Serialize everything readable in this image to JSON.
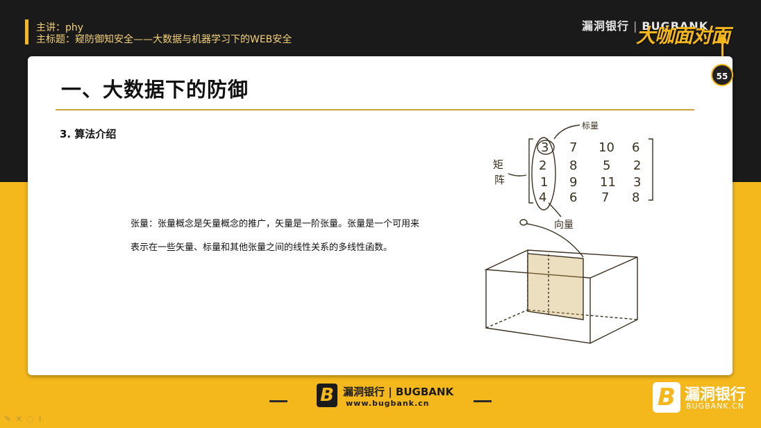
{
  "header": {
    "speaker": "主讲：phy",
    "main_title": "主标题：窥防御知安全——大数据与机器学习下的WEB安全",
    "brand": "漏洞银行",
    "brand_sep": "|",
    "brand_en": "BUGBANK",
    "event": "大咖面对面"
  },
  "slide": {
    "page_number": "55",
    "title": "一、大数据下的防御",
    "section": "3. 算法介绍",
    "body_line1": "张量：张量概念是矢量概念的推广，矢量是一阶张量。张量是一个可用来",
    "body_line2": "表示在一些矢量、标量和其他张量之间的线性关系的多线性函数。"
  },
  "sketch": {
    "label_scalar": "标量",
    "label_vector": "向量",
    "label_matrix_1": "矩",
    "label_matrix_2": "阵",
    "matrix": [
      [
        "3",
        "7",
        "10",
        "6"
      ],
      [
        "2",
        "8",
        "5",
        "2"
      ],
      [
        "1",
        "9",
        "11",
        "3"
      ],
      [
        "4",
        "6",
        "7",
        "8"
      ]
    ]
  },
  "footer": {
    "logo_letter": "B",
    "brand": "漏洞银行 | BUGBANK",
    "url": "www.bugbank.cn",
    "corner_name": "漏洞银行",
    "corner_sub": "BUGBANK.CN"
  },
  "colors": {
    "accent": "#f4b81d",
    "dark": "#1a1a1a"
  }
}
